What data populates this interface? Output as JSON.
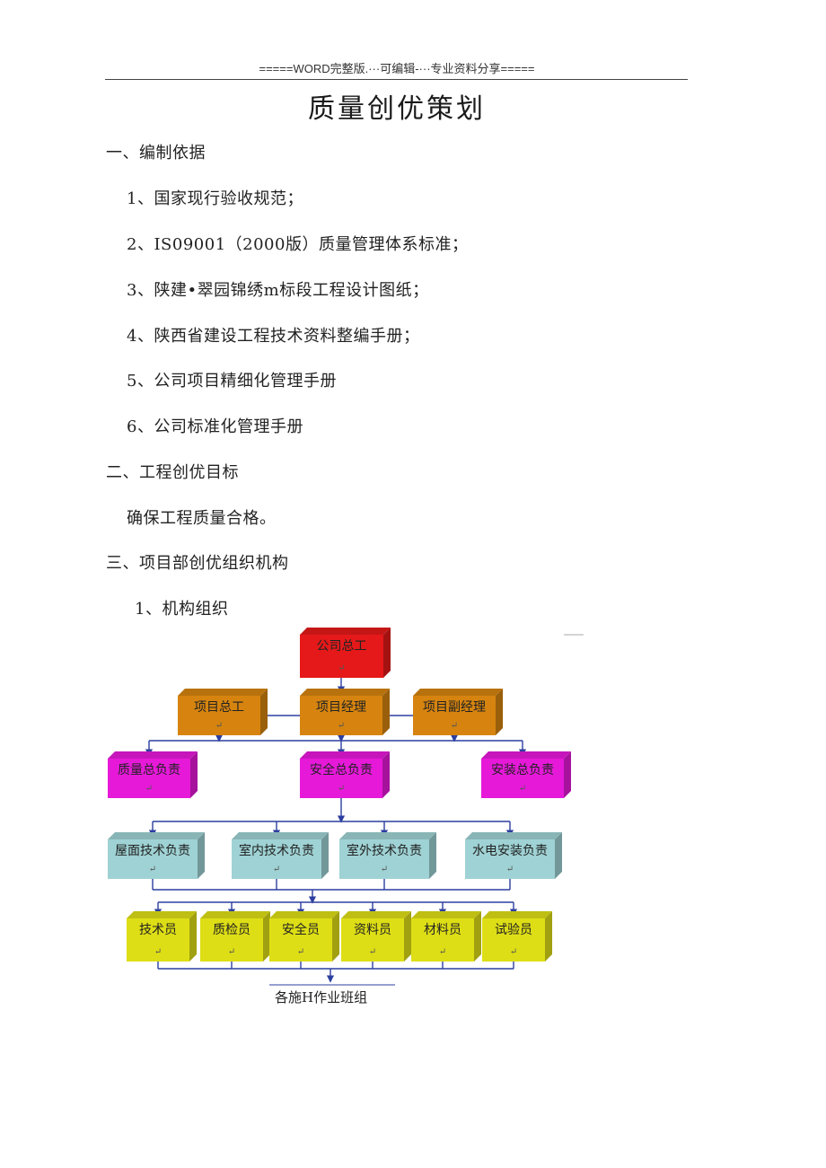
{
  "header": {
    "text": "=====WORD完整版.···可编辑-···专业资料分享====="
  },
  "title": "质量创优策划",
  "sections": {
    "s1": "一、编制依据",
    "s1_items": [
      "1、国家现行验收规范；",
      "2、IS09001（2000版）质量管理体系标准；",
      "3、陕建•翠园锦绣m标段工程设计图纸；",
      "4、陕西省建设工程技术资料整编手册；",
      "5、公司项目精细化管理手册",
      "6、公司标准化管理手册"
    ],
    "s2": "二、工程创优目标",
    "s2_text": "确保工程质量合格。",
    "s3": "三、项目部创优组织机构",
    "s3_sub": "1、机构组织"
  },
  "org_chart": {
    "colors": {
      "red": "#e51919",
      "orange": "#d6840f",
      "magenta": "#e619d9",
      "teal": "#9fd2d4",
      "yellow": "#dede16",
      "line": "#2c3fa0"
    },
    "level1": [
      "公司总工"
    ],
    "level2": [
      "项目总工",
      "项目经理",
      "项目副经理"
    ],
    "level3": [
      "质量总负责",
      "安全总负责",
      "安装总负责"
    ],
    "level4": [
      "屋面技术负责",
      "室内技术负责",
      "室外技术负责",
      "水电安装负责"
    ],
    "level5": [
      "技术员",
      "质检员",
      "安全员",
      "资料员",
      "材料员",
      "试验员"
    ],
    "return_mark": "↵",
    "caption": "各施H作业班组"
  }
}
